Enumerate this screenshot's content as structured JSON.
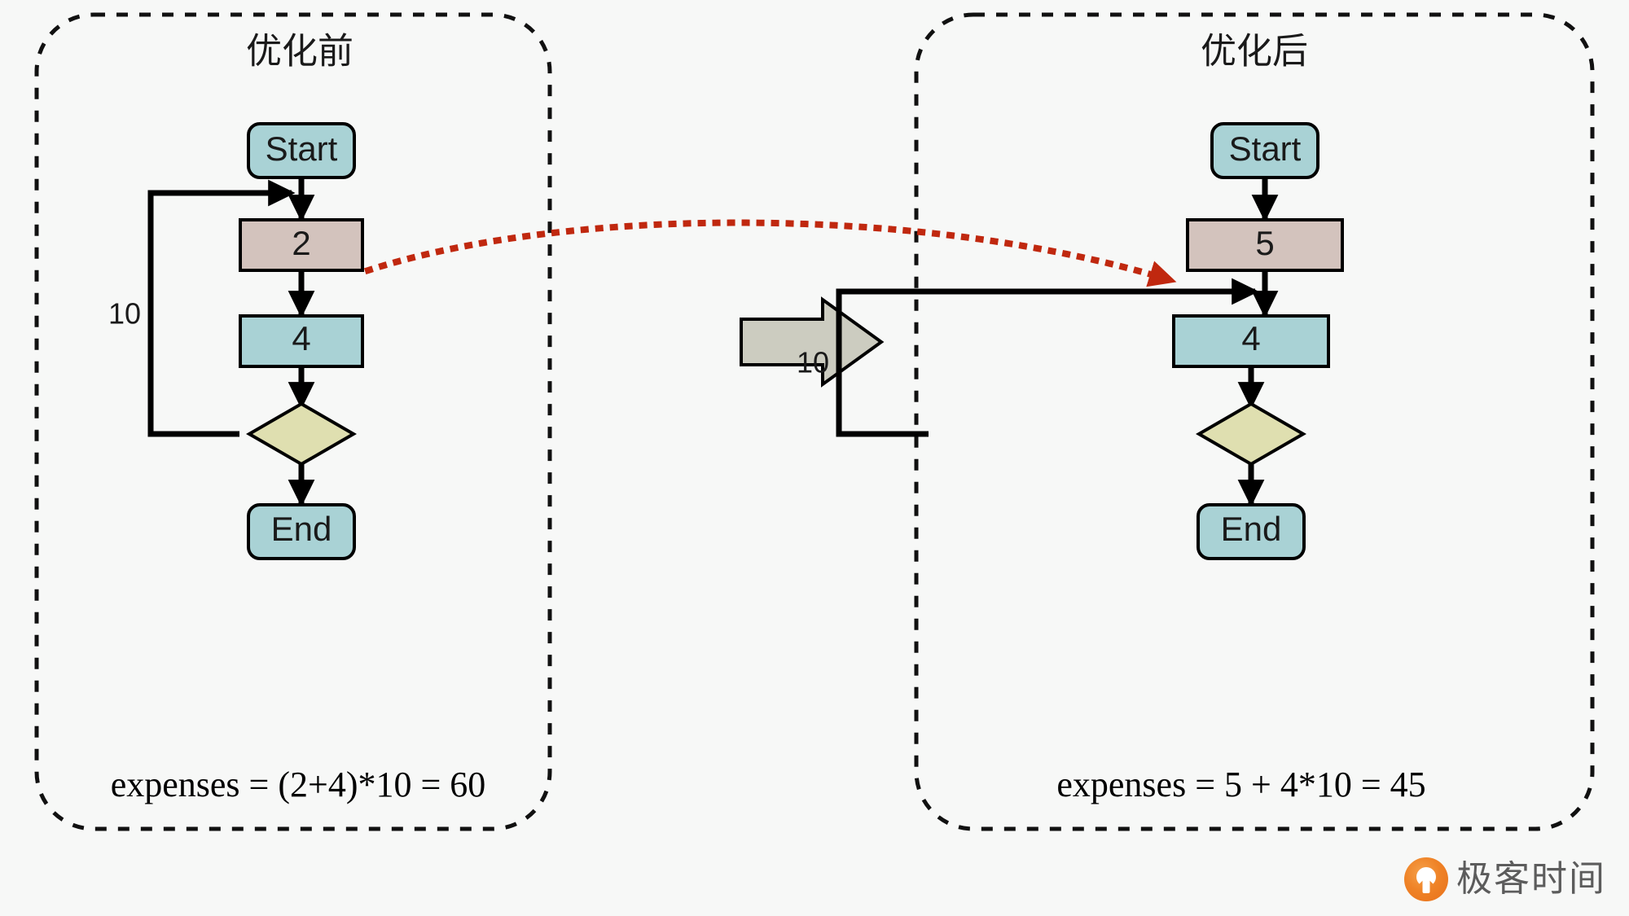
{
  "diagram": {
    "type": "flowchart-comparison",
    "background_color": "#f7f8f7",
    "panels": [
      {
        "id": "before",
        "title": "优化前",
        "formula": "expenses = (2+4)*10 = 60",
        "loop_label": "10",
        "nodes": [
          {
            "id": "start",
            "label": "Start",
            "shape": "rounded-rect",
            "fill": "#a9d2d5"
          },
          {
            "id": "cost2",
            "label": "2",
            "shape": "rect",
            "fill": "#d3c3bd"
          },
          {
            "id": "cost4",
            "label": "4",
            "shape": "rect",
            "fill": "#a9d2d5"
          },
          {
            "id": "decision",
            "label": "",
            "shape": "diamond",
            "fill": "#dfdfb0"
          },
          {
            "id": "end",
            "label": "End",
            "shape": "rounded-rect",
            "fill": "#a9d2d5"
          }
        ]
      },
      {
        "id": "after",
        "title": "优化后",
        "formula": "expenses = 5 + 4*10 = 45",
        "loop_label": "10",
        "nodes": [
          {
            "id": "start",
            "label": "Start",
            "shape": "rounded-rect",
            "fill": "#a9d2d5"
          },
          {
            "id": "cost5",
            "label": "5",
            "shape": "rect",
            "fill": "#d3c3bd"
          },
          {
            "id": "cost4",
            "label": "4",
            "shape": "rect",
            "fill": "#a9d2d5"
          },
          {
            "id": "decision",
            "label": "",
            "shape": "diamond",
            "fill": "#dfdfb0"
          },
          {
            "id": "end",
            "label": "End",
            "shape": "rounded-rect",
            "fill": "#a9d2d5"
          }
        ]
      }
    ],
    "transition_arrow": {
      "type": "block-arrow",
      "fill": "#ccccc0",
      "direction": "right"
    },
    "highlight_arrow": {
      "color": "#c0280f",
      "style": "dotted",
      "from": "before.cost2",
      "to": "after.cost5"
    }
  },
  "branding": {
    "name": "极客时间",
    "accent_color": "#ef8327"
  }
}
